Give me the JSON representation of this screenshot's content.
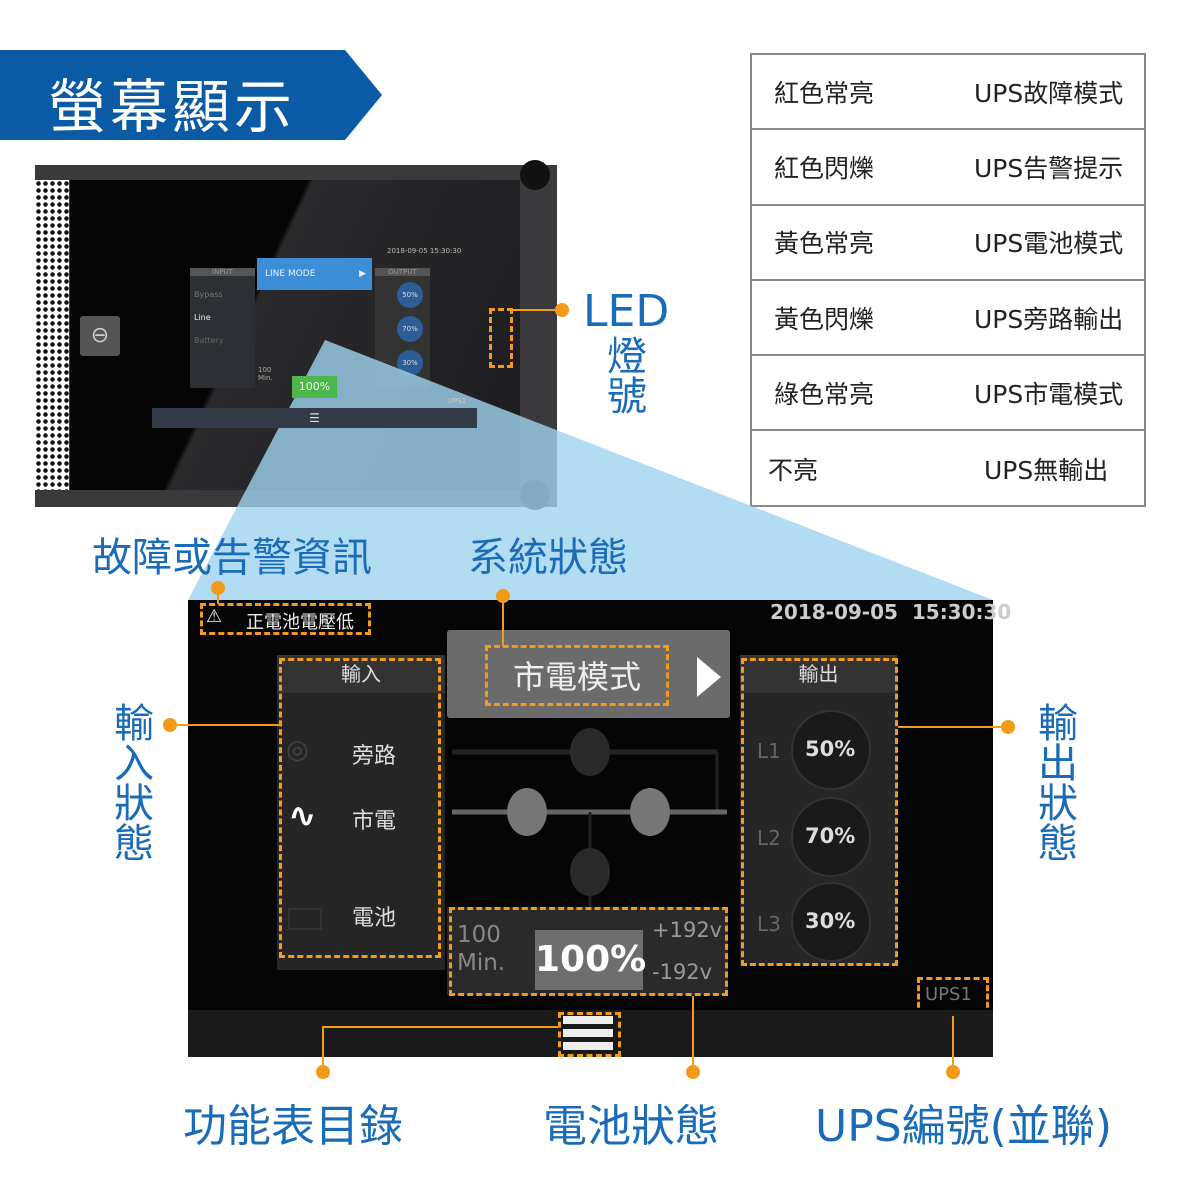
{
  "banner": {
    "title": "螢幕顯示"
  },
  "led": {
    "label_top": "LED",
    "label_bottom": "燈號"
  },
  "led_table": [
    {
      "state": "紅色常亮",
      "meaning": "UPS故障模式"
    },
    {
      "state": "紅色閃爍",
      "meaning": "UPS告警提示"
    },
    {
      "state": "黃色常亮",
      "meaning": "UPS電池模式"
    },
    {
      "state": "黃色閃爍",
      "meaning": "UPS旁路輸出"
    },
    {
      "state": "綠色常亮",
      "meaning": "UPS市電模式"
    },
    {
      "state": "不亮",
      "meaning": "UPS無輸出"
    }
  ],
  "small_screen": {
    "datetime": "2018-09-05 15:30:30",
    "mode": "LINE MODE",
    "input": "INPUT",
    "output": "OUTPUT",
    "bypass": "Bypass",
    "line": "Line",
    "battery": "Battery",
    "runtime": "100 Min.",
    "percent": "100%",
    "loads": [
      "50%",
      "70%",
      "30%"
    ],
    "ups": "UPS1"
  },
  "callouts": {
    "fault": "故障或告警資訊",
    "system": "系統狀態",
    "input_state": "輸入狀態",
    "output_state": "輸出狀態",
    "menu": "功能表目錄",
    "battery_state": "電池狀態",
    "ups_id": "UPS編號(並聯)"
  },
  "screen": {
    "alert": "正電池電壓低",
    "datetime": "2018-09-05  15:30:30",
    "mode": "市電模式",
    "input_header": "輸入",
    "inputs": [
      "旁路",
      "市電",
      "電池"
    ],
    "output_header": "輸出",
    "outputs": [
      {
        "line": "L1",
        "load": "50%"
      },
      {
        "line": "L2",
        "load": "70%"
      },
      {
        "line": "L3",
        "load": "30%"
      }
    ],
    "battery": {
      "runtime_value": "100",
      "runtime_unit": "Min.",
      "percent": "100%",
      "pos_voltage": "+192v",
      "neg_voltage": "-192v"
    },
    "ups_id": "UPS1"
  },
  "colors": {
    "brand_blue": "#0b5aa6",
    "callout_orange": "#f29a1a",
    "beam": "#9fd3ee"
  }
}
